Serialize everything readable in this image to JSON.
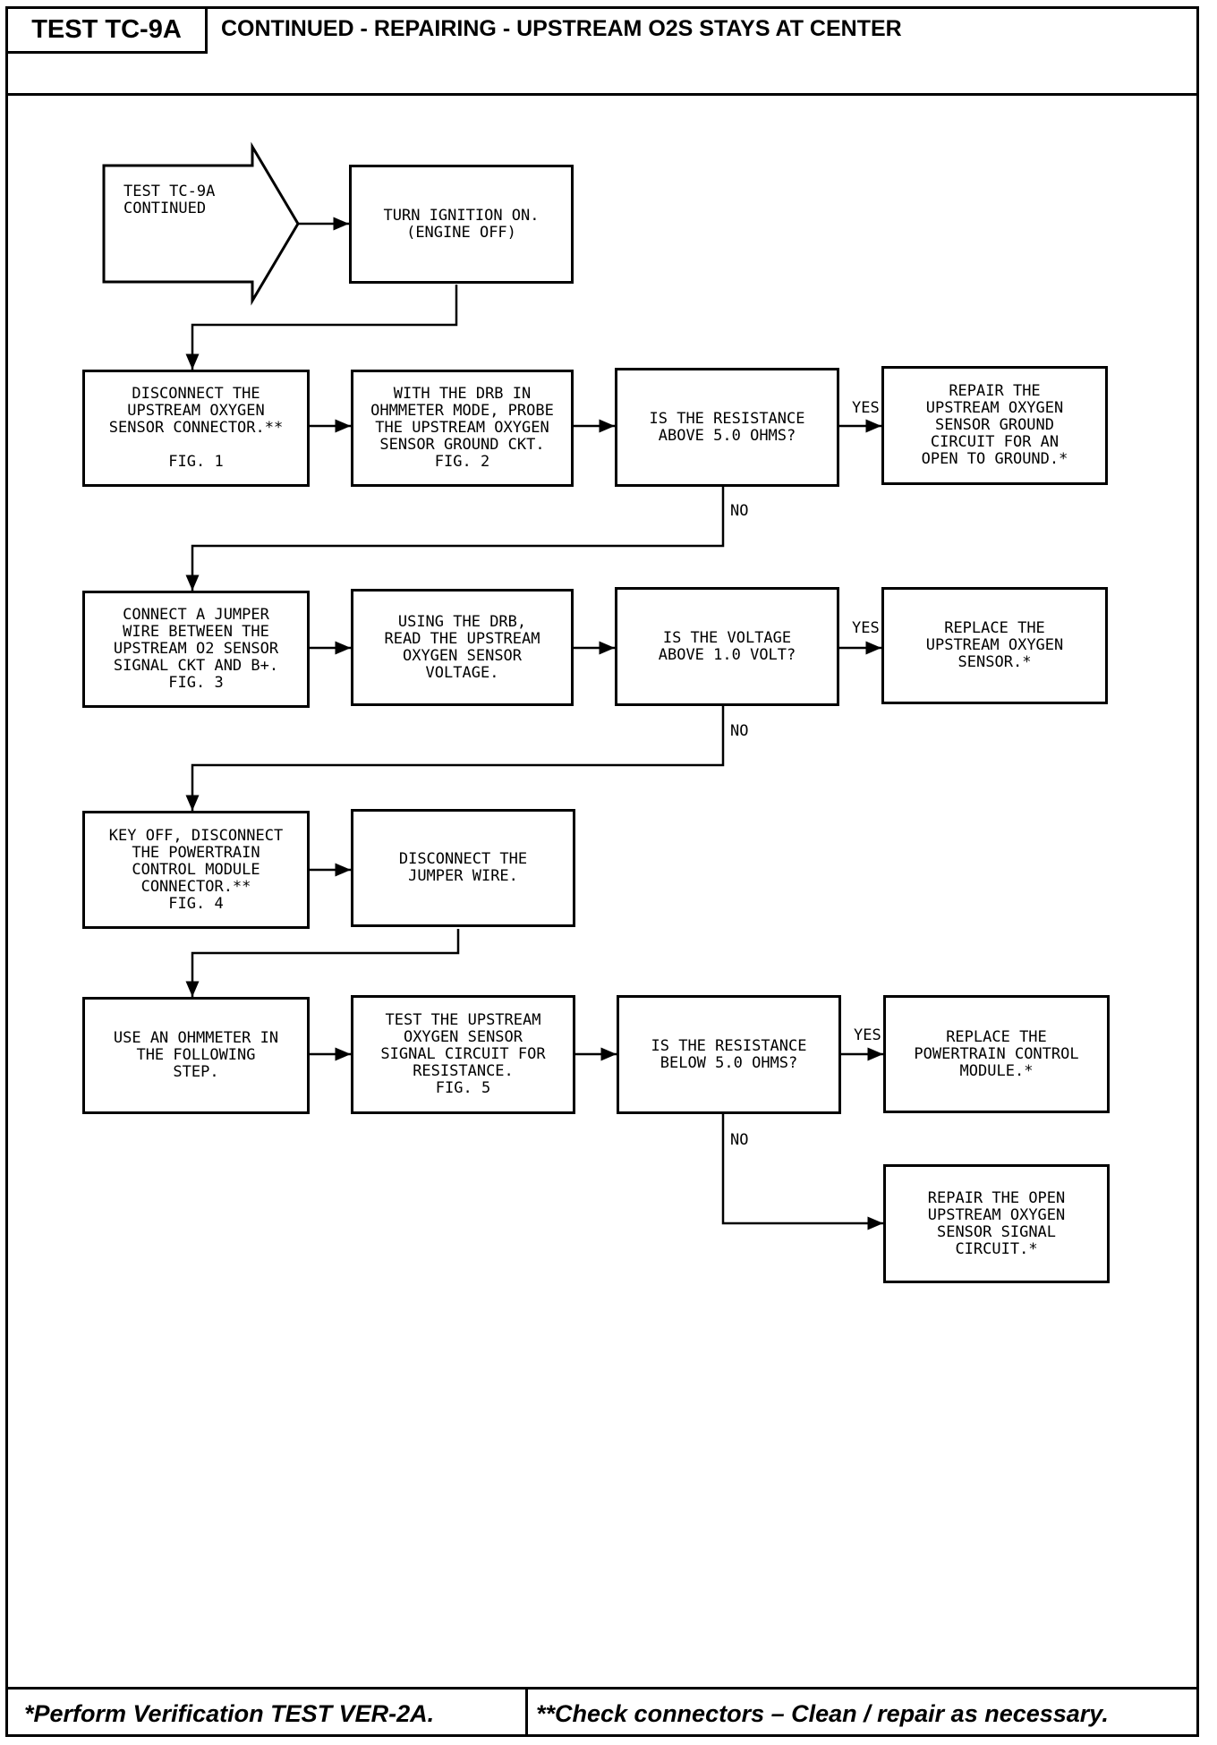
{
  "header": {
    "test_id": "TEST TC-9A",
    "title": "CONTINUED - REPAIRING - UPSTREAM O2S STAYS AT CENTER"
  },
  "flow": {
    "start": "TEST TC-9A\nCONTINUED",
    "step1": "TURN IGNITION ON.\n(ENGINE OFF)",
    "step2": "DISCONNECT THE\nUPSTREAM OXYGEN\nSENSOR CONNECTOR.**\n\nFIG. 1",
    "step3": "WITH THE DRB IN\nOHMMETER MODE, PROBE\nTHE UPSTREAM OXYGEN\nSENSOR GROUND CKT.\nFIG. 2",
    "q1": "IS THE RESISTANCE\nABOVE 5.0 OHMS?",
    "r1": "REPAIR THE\nUPSTREAM OXYGEN\nSENSOR GROUND\nCIRCUIT FOR AN\nOPEN TO GROUND.*",
    "step4": "CONNECT A JUMPER\nWIRE BETWEEN THE\nUPSTREAM O2 SENSOR\nSIGNAL CKT AND B+.\nFIG. 3",
    "step5": "USING THE DRB,\nREAD THE UPSTREAM\nOXYGEN SENSOR\nVOLTAGE.",
    "q2": "IS THE VOLTAGE\nABOVE 1.0 VOLT?",
    "r2": "REPLACE THE\nUPSTREAM OXYGEN\nSENSOR.*",
    "step6": "KEY OFF, DISCONNECT\nTHE POWERTRAIN\nCONTROL MODULE\nCONNECTOR.**\nFIG. 4",
    "step7": "DISCONNECT THE\nJUMPER WIRE.",
    "step8": "USE AN OHMMETER IN\nTHE FOLLOWING\nSTEP.",
    "step9": "TEST THE UPSTREAM\nOXYGEN SENSOR\nSIGNAL CIRCUIT FOR\nRESISTANCE.\nFIG. 5",
    "q3": "IS THE RESISTANCE\nBELOW 5.0 OHMS?",
    "r3": "REPLACE THE\nPOWERTRAIN CONTROL\nMODULE.*",
    "r4": "REPAIR THE OPEN\nUPSTREAM OXYGEN\nSENSOR SIGNAL\nCIRCUIT.*",
    "yes": "YES",
    "no": "NO"
  },
  "footer": {
    "left": "*Perform Verification TEST VER-2A.",
    "right": "**Check connectors – Clean / repair as necessary."
  }
}
